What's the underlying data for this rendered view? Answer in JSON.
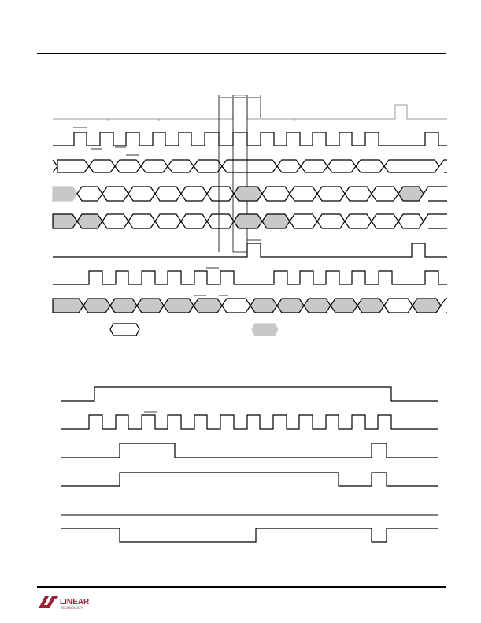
{
  "page": {
    "brand": {
      "logo_wordmark": "LINEAR",
      "logo_tagline": "TECHNOLOGY",
      "logo_color": "#9b2335"
    },
    "diagram_top": {
      "name": "timing-diagram-serial-interface",
      "signal_count": 8,
      "fill_gray": "#c8c8c8"
    },
    "diagram_bottom": {
      "name": "timing-diagram-frame-sequence",
      "signal_count": 6
    },
    "legend": {
      "items": [
        "white-data-box",
        "gray-data-box"
      ]
    }
  }
}
